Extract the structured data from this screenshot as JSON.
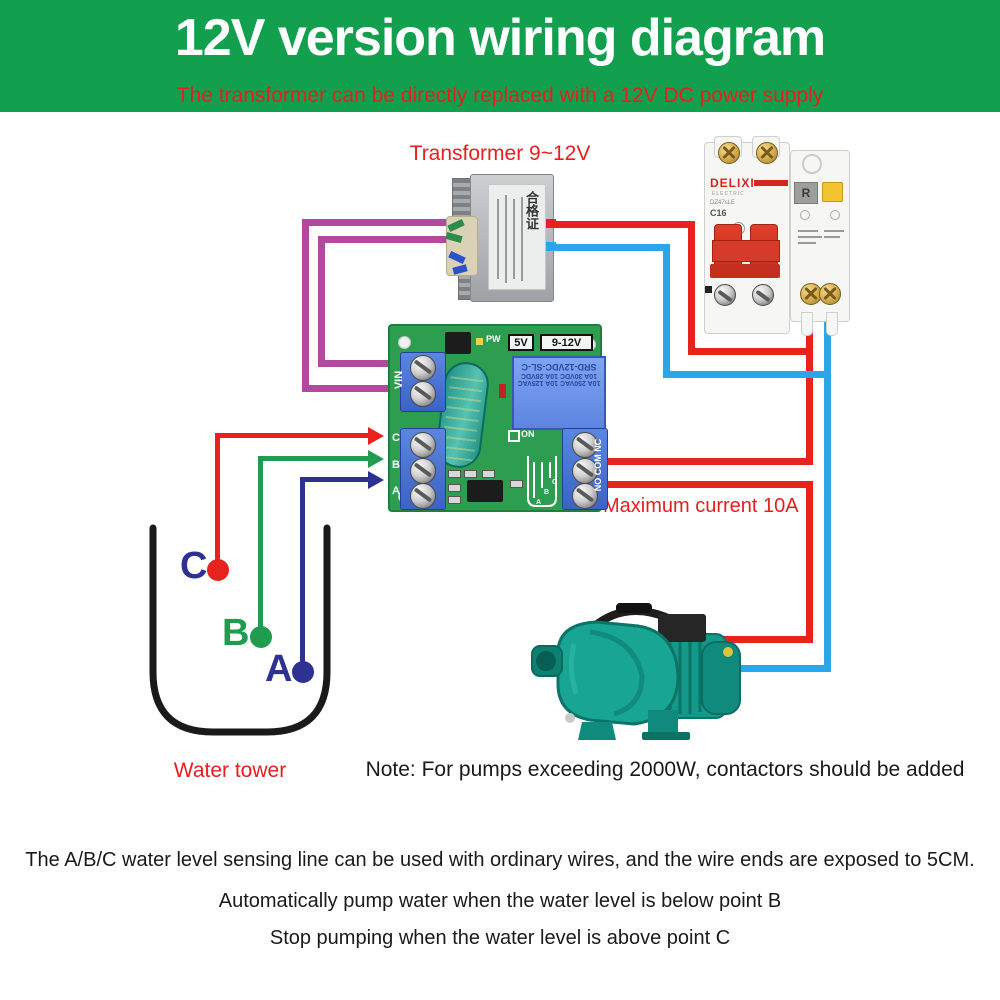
{
  "header": {
    "title": "12V version wiring diagram",
    "subtitle": "The transformer can be directly replaced with a 12V DC power supply"
  },
  "transformer": {
    "caption": "Transformer 9~12V",
    "label_text": "合格证"
  },
  "breaker": {
    "brand": "DELIXI",
    "brand_sub": "ELECTRIC",
    "model": "DZ47sLE",
    "rating": "C16",
    "display": "R"
  },
  "board": {
    "pw": "PW",
    "v5": "5V",
    "v9": "9-12V",
    "vin": "VIN",
    "on": "ON",
    "cba": [
      "C",
      "B",
      "A"
    ],
    "out": "NO COM NC",
    "relay_lines": [
      "SRD-12VDC-SL-C",
      "10A 30VDC 10A 28VDC",
      "10A 250VAC 10A 125VAC"
    ],
    "max_current": "Maximum current 10A"
  },
  "tank": {
    "caption": "Water tower",
    "probes": [
      {
        "id": "C",
        "label_color": "#2C3192",
        "dot_color": "#E8231D"
      },
      {
        "id": "B",
        "label_color": "#1F9C4F",
        "dot_color": "#1F9C4F"
      },
      {
        "id": "A",
        "label_color": "#2C3192",
        "dot_color": "#2C3192"
      }
    ]
  },
  "note": "Note: For pumps exceeding 2000W, contactors should be added",
  "footer_lines": [
    "The A/B/C water level sensing line can be used with ordinary wires, and the wire ends are exposed to 5CM.",
    "Automatically pump water when the water level is below point B",
    "Stop pumping when the water level is above point C"
  ],
  "colors": {
    "header_bg": "#12A04F",
    "accent_red": "#E71E1E",
    "wire_red": "#E8231D",
    "wire_blue": "#2BA6E8",
    "wire_magenta": "#B14A9E",
    "wire_green": "#1F9C4F",
    "wire_navy": "#2C3192",
    "pcb_green": "#2D9E50",
    "relay_blue": "#6F9AEE",
    "pump_teal": "#18A593"
  }
}
